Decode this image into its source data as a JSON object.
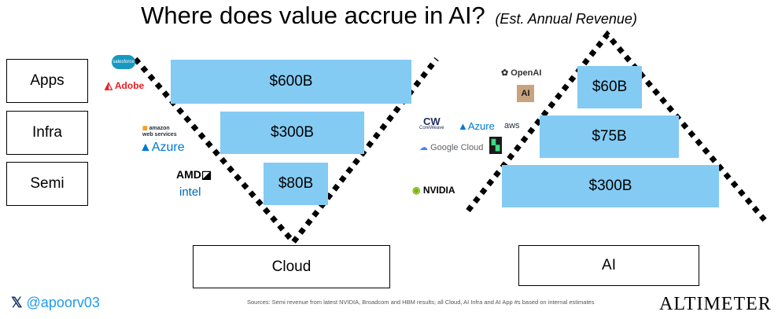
{
  "title": {
    "main": "Where does value accrue in AI?",
    "sub": "(Est. Annual Revenue)"
  },
  "layers": [
    "Apps",
    "Infra",
    "Semi"
  ],
  "cloud": {
    "label": "Cloud",
    "bars": [
      {
        "layer": "Apps",
        "value": "$600B"
      },
      {
        "layer": "Infra",
        "value": "$300B"
      },
      {
        "layer": "Semi",
        "value": "$80B"
      }
    ],
    "logos": {
      "apps": [
        "salesforce",
        "Adobe"
      ],
      "infra": [
        "amazon web services",
        "Azure"
      ],
      "semi": [
        "AMD",
        "intel"
      ]
    }
  },
  "ai": {
    "label": "AI",
    "bars": [
      {
        "layer": "Apps",
        "value": "$60B"
      },
      {
        "layer": "Infra",
        "value": "$75B"
      },
      {
        "layer": "Semi",
        "value": "$300B"
      }
    ],
    "logos": {
      "apps": [
        "OpenAI",
        "AI"
      ],
      "infra": [
        "CoreWeave",
        "Azure",
        "aws",
        "Google Cloud"
      ],
      "semi": [
        "NVIDIA"
      ]
    }
  },
  "footer": {
    "handle": "@apoorv03",
    "note": "Sources: Semi revenue from latest NVIDIA, Broadcom and HBM results; all Cloud, AI Infra and AI App #s based on internal estimates",
    "brand": "ALTIMETER"
  },
  "colors": {
    "bar": "#84CBF4",
    "dots": "#000000",
    "handle": "#1d9bf0"
  }
}
